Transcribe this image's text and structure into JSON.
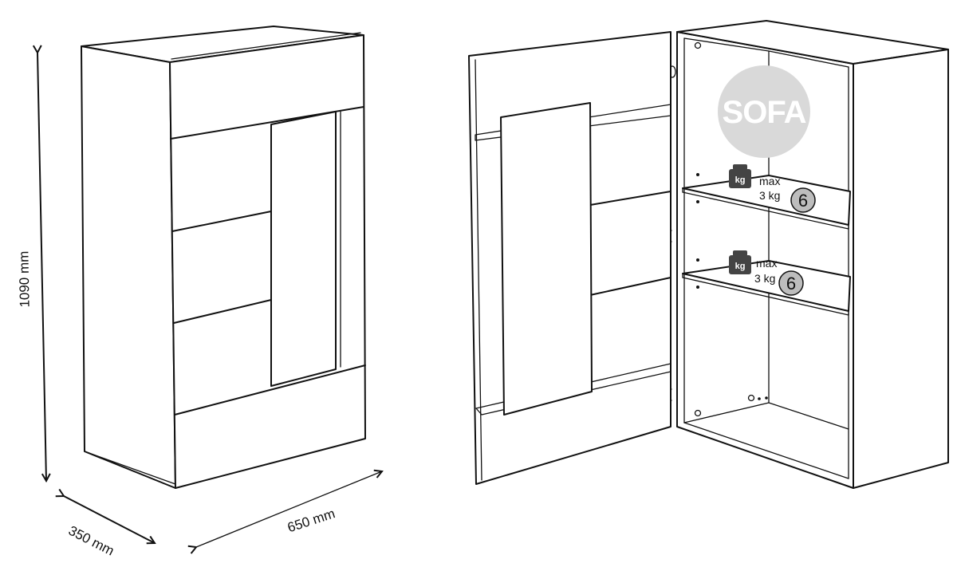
{
  "dimensions": {
    "height": "1090 mm",
    "depth": "350 mm",
    "width": "650 mm"
  },
  "logo": {
    "text": "SOFA"
  },
  "shelves": [
    {
      "max_label": "max",
      "load_label": "3 kg",
      "badge": "6"
    },
    {
      "max_label": "max",
      "load_label": "3 kg",
      "badge": "6"
    }
  ],
  "weight_icon": {
    "text": "kg",
    "icon": "weight-kg-icon"
  },
  "colors": {
    "line": "#111111",
    "logo_circle": "#d9d9d9",
    "badge_fill": "#bdbdbd",
    "weight_icon": "#444444"
  }
}
